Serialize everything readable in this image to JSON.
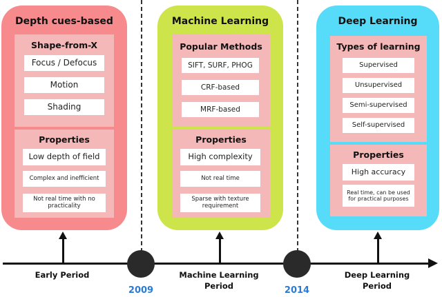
{
  "colors": {
    "col1_outer": "#f78a8c",
    "col1_inner": "#f5b8b8",
    "col2_outer": "#cde44a",
    "col2_inner": "#f5b8b8",
    "col3_outer": "#56dcf8",
    "col3_inner": "#f5b8b8",
    "year": "#2b7bd3"
  },
  "columns": [
    {
      "title": "Depth cues-based",
      "top_title": "Shape-from-X",
      "top_items": [
        "Focus / Defocus",
        "Motion",
        "Shading"
      ],
      "bottom_title": "Properties",
      "bottom_items": [
        "Low depth of field",
        "Complex and inefficient",
        "Not real time with no practicality"
      ]
    },
    {
      "title": "Machine Learning",
      "top_title": "Popular Methods",
      "top_items": [
        "SIFT, SURF, PHOG",
        "CRF-based",
        "MRF-based"
      ],
      "bottom_title": "Properties",
      "bottom_items": [
        "High complexity",
        "Not real time",
        "Sparse with texture requirement"
      ]
    },
    {
      "title": "Deep Learning",
      "top_title": "Types of learning",
      "top_items": [
        "Supervised",
        "Unsupervised",
        "Semi-supervised",
        "Self-supervised"
      ],
      "bottom_title": "Properties",
      "bottom_items": [
        "High accuracy",
        "Real time, can be used for practical purposes"
      ]
    }
  ],
  "timeline": {
    "periods": [
      {
        "line1": "Early Period",
        "line2": ""
      },
      {
        "line1": "Machine Learning",
        "line2": "Period"
      },
      {
        "line1": "Deep Learning",
        "line2": "Period"
      }
    ],
    "years": [
      "2009",
      "2014"
    ]
  }
}
